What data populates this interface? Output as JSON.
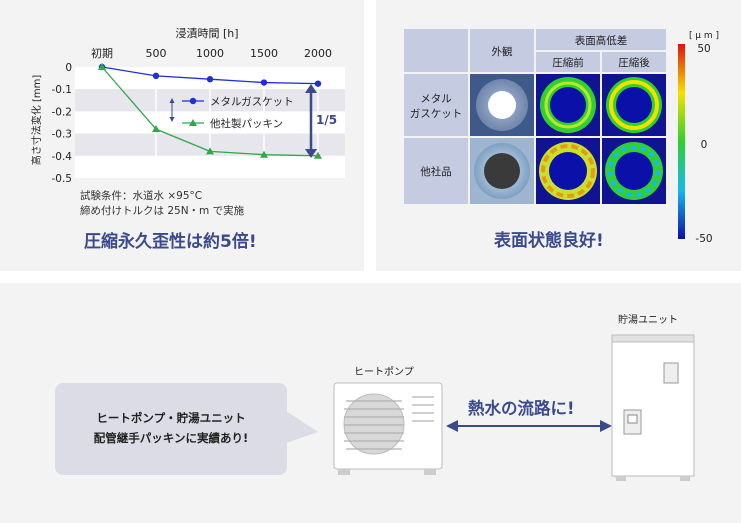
{
  "chart_data": {
    "type": "line",
    "xlabel": "浸漬時間 [h]",
    "ylabel": "高さ寸法変化 [mm]",
    "categories": [
      "初期",
      "500",
      "1000",
      "1500",
      "2000"
    ],
    "x": [
      0,
      500,
      1000,
      1500,
      2000
    ],
    "ylim": [
      -0.5,
      0
    ],
    "yticks": [
      "0",
      "-0.1",
      "-0.2",
      "-0.3",
      "-0.4",
      "-0.5"
    ],
    "grid": "horizontal bands",
    "legend": "inside, center-right",
    "series": [
      {
        "name": "メタルガスケット",
        "color": "#1f2fd6",
        "marker": "circle",
        "values": [
          0,
          -0.04,
          -0.055,
          -0.07,
          -0.075
        ]
      },
      {
        "name": "他社製パッキン",
        "color": "#2ea84a",
        "marker": "triangle",
        "values": [
          0,
          -0.28,
          -0.38,
          -0.395,
          -0.4
        ]
      }
    ],
    "annotation": "1/5"
  },
  "chart_text": {
    "condition_line1": "試験条件：水道水 ×95°C",
    "condition_line2": "締め付けトルクは 25N・m で実施",
    "headline": "圧縮永久歪性は約5倍!"
  },
  "surface": {
    "col_appearance": "外観",
    "col_group": "表面高低差",
    "col_before": "圧縮前",
    "col_after": "圧縮後",
    "row1": "メタル\nガスケット",
    "row1_line1": "メタル",
    "row1_line2": "ガスケット",
    "row2": "他社品",
    "unit": "[ μ m ]",
    "scale_max": "50",
    "scale_mid": "0",
    "scale_min": "-50",
    "headline": "表面状態良好!"
  },
  "bottom": {
    "bubble_line1": "ヒートポンプ・貯湯ユニット",
    "bubble_line2": "配管継手パッキンに実績あり!",
    "heatpump_label": "ヒートポンプ",
    "tank_label": "貯湯ユニット",
    "flow_label": "熱水の流路に!"
  },
  "colors": {
    "accent": "#3b4a8c",
    "panel": "#f3f3f3",
    "table_header": "#c5cbe0"
  }
}
